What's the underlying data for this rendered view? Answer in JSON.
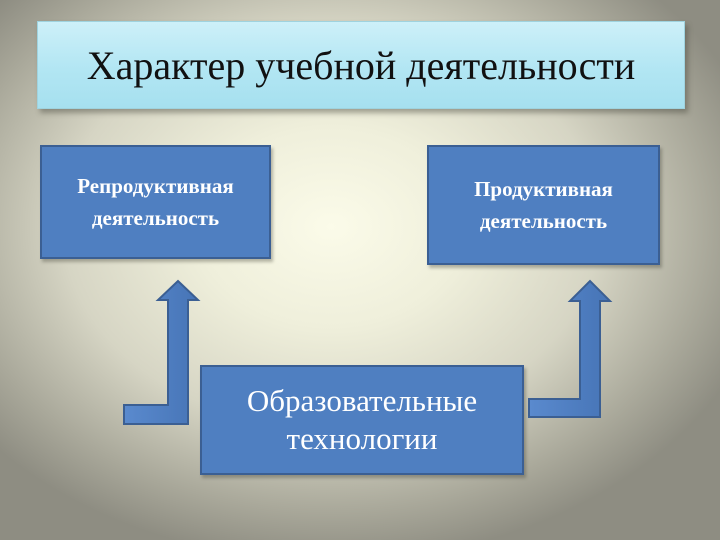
{
  "title": "Характер учебной деятельности",
  "nodes": {
    "reproductive": {
      "line1": "Репродуктивная",
      "line2": "деятельность"
    },
    "productive": {
      "line1": "Продуктивная",
      "line2": "деятельность"
    },
    "technologies": {
      "line1": "Образовательные",
      "line2": "технологии"
    }
  },
  "edges": [
    {
      "from": "technologies",
      "to": "reproductive"
    },
    {
      "from": "technologies",
      "to": "productive"
    }
  ],
  "colors": {
    "node_fill": "#4f7fc1",
    "node_border": "#3b5f93",
    "title_fill": "#b2e6f3",
    "arrow_fill": "#4f7fc1"
  }
}
